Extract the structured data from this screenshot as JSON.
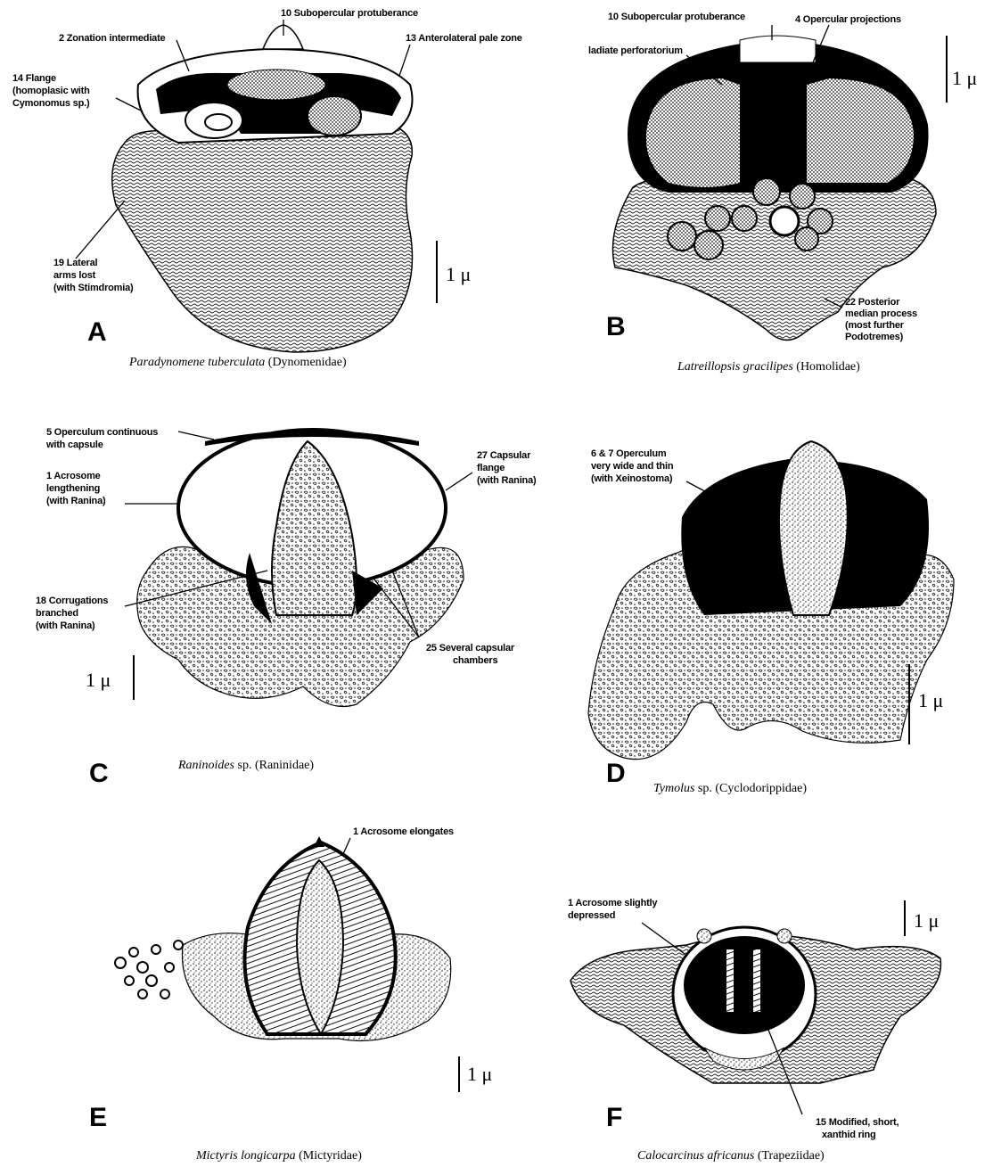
{
  "panels": {
    "A": {
      "letter": "A",
      "species": "Paradynomene tuberculata",
      "family": "(Dynomenidae)",
      "scale": "1 μ",
      "labels": {
        "subopercular": "10 Subopercular protuberance",
        "zonation": "2 Zonation intermediate",
        "anterolateral": "13 Anterolateral pale zone",
        "flange_1": "14 Flange",
        "flange_2": "(homoplasic with",
        "flange_3": "Cymonomus sp.)",
        "lateral_1": "19 Lateral",
        "lateral_2": "arms lost",
        "lateral_3": "(with Stimdromia)"
      }
    },
    "B": {
      "letter": "B",
      "species": "Latreillopsis gracilipes",
      "family": "(Homolidae)",
      "scale": "1 μ",
      "labels": {
        "subopercular": "10 Subopercular protuberance",
        "opercular": "4 Opercular projections",
        "radiate": "ladiate perforatorium",
        "posterior_1": "22 Posterior",
        "posterior_2": "median process",
        "posterior_3": "(most further",
        "posterior_4": "Podotremes)"
      }
    },
    "C": {
      "letter": "C",
      "species": "Raninoides",
      "family": "sp. (Raninidae)",
      "scale": "1 μ",
      "labels": {
        "operculum_1": "5 Operculum continuous",
        "operculum_2": "with capsule",
        "acrosome_1": "1 Acrosome",
        "acrosome_2": "lengthening",
        "acrosome_3": "(with Ranina)",
        "capsular_1": "27 Capsular",
        "capsular_2": "flange",
        "capsular_3": "(with Ranina)",
        "corrug_1": "18 Corrugations",
        "corrug_2": "branched",
        "corrug_3": "(with Ranina)",
        "chambers_1": "25 Several capsular",
        "chambers_2": "chambers"
      }
    },
    "D": {
      "letter": "D",
      "species": "Tymolus",
      "family": "sp. (Cyclodorippidae)",
      "scale": "1 μ",
      "labels": {
        "op_1": "6 & 7 Operculum",
        "op_2": "very wide and thin",
        "op_3": "(with Xeinostoma)"
      }
    },
    "E": {
      "letter": "E",
      "species": "Mictyris longicarpa",
      "family": "(Mictyridae)",
      "scale": "1 μ",
      "labels": {
        "acrosome": "1 Acrosome elongates"
      }
    },
    "F": {
      "letter": "F",
      "species": "Calocarcinus africanus",
      "family": "(Trapeziidae)",
      "scale": "1 μ",
      "labels": {
        "acro_1": "1 Acrosome slightly",
        "acro_2": "depressed",
        "ring_1": "15 Modified, short,",
        "ring_2": "xanthid ring"
      }
    }
  }
}
